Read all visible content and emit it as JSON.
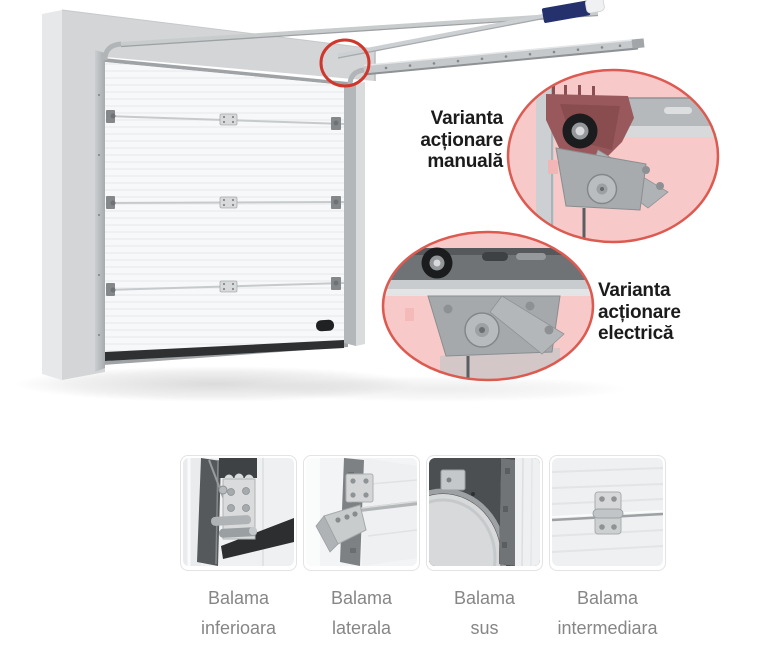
{
  "illustration": {
    "description": "Sectional garage door cutaway with track and operator",
    "manual_variant_label": "Varianta\nacționare\nmanuală",
    "electric_variant_label": "Varianta\nacționare\nelectrică"
  },
  "colors": {
    "annotation_red": "#d0372c",
    "callout_fill": "#f7c9c9",
    "callout_border": "#dc5a50",
    "motor_navy": "#25316d",
    "caption_gray": "#868686"
  },
  "thumbnails": [
    {
      "id": "balama-inferioara",
      "label": "Balama\ninferioara"
    },
    {
      "id": "balama-laterala",
      "label": "Balama\nlaterala"
    },
    {
      "id": "balama-sus",
      "label": "Balama\nsus"
    },
    {
      "id": "balama-intermediara",
      "label": "Balama\nintermediara"
    }
  ]
}
